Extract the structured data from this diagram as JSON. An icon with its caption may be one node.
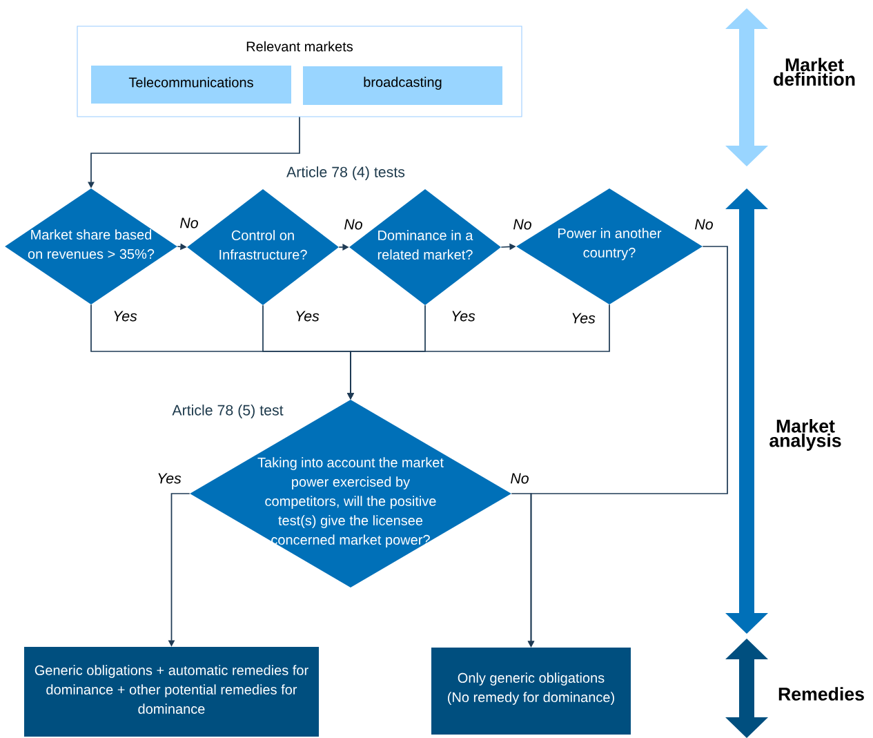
{
  "diagram": {
    "nodes": [
      {
        "text": [
          "Relevant markets"
        ]
      },
      {
        "text": [
          "Telecommunications"
        ],
        "in": 0
      },
      {
        "text": [
          "broadcasting"
        ],
        "in": 0
      },
      {
        "text": [
          "Market share based on revenues > 35%?"
        ]
      },
      {
        "text": [
          "Control on Infrastructure?"
        ]
      },
      {
        "text": [
          "Dominance in a related market?"
        ]
      },
      {
        "text": [
          "Power in another country?"
        ]
      },
      {
        "text": [
          "Taking into account the market power exercised by competitors, will the positive test(s) give the licensee concerned market power?"
        ]
      },
      {
        "text": [
          "Generic obligations + automatic remedies for dominance + other potential remedies for dominance"
        ]
      },
      {
        "text": [
          "Only generic obligations (No remedy for dominance)"
        ]
      }
    ],
    "edges": [
      {
        "from": 0,
        "to": 3,
        "arrow": "to"
      },
      {
        "from": 3,
        "to": 4,
        "arrow": "to",
        "label": "No"
      },
      {
        "from": 4,
        "to": 5,
        "arrow": "to",
        "label": "No"
      },
      {
        "from": 5,
        "to": 6,
        "arrow": "to",
        "label": "No"
      },
      {
        "from": 3,
        "to": 7,
        "arrow": "to",
        "label": "Yes"
      },
      {
        "from": 4,
        "to": 7,
        "arrow": "to",
        "label": "Yes"
      },
      {
        "from": 5,
        "to": 7,
        "arrow": "to",
        "label": "Yes"
      },
      {
        "from": 6,
        "to": 7,
        "arrow": "to",
        "label": "Yes"
      },
      {
        "from": 6,
        "to": 9,
        "arrow": "to",
        "label": "No"
      },
      {
        "from": 7,
        "to": 8,
        "arrow": "to",
        "label": "Yes"
      },
      {
        "from": 7,
        "to": 9,
        "arrow": "to",
        "label": "No"
      }
    ],
    "labels": [
      "Market definition",
      "Article 78 (4) tests",
      "Article 78 (5) test",
      "Market analysis",
      "Remedies"
    ]
  }
}
